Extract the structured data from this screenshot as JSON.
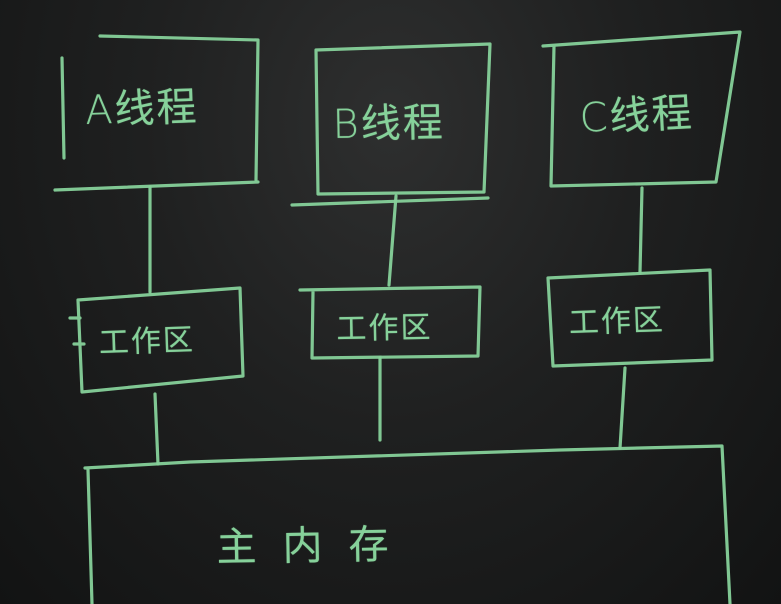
{
  "threads": [
    {
      "id": "a",
      "label": "A线程"
    },
    {
      "id": "b",
      "label": "B线程"
    },
    {
      "id": "c",
      "label": "C线程"
    }
  ],
  "work_areas": [
    {
      "id": "a",
      "label": "工作区"
    },
    {
      "id": "b",
      "label": "工作区"
    },
    {
      "id": "c",
      "label": "工作区"
    }
  ],
  "main_memory": {
    "label": "主内存"
  },
  "colors": {
    "chalk": "#86d19a",
    "board": "#1f2020"
  }
}
